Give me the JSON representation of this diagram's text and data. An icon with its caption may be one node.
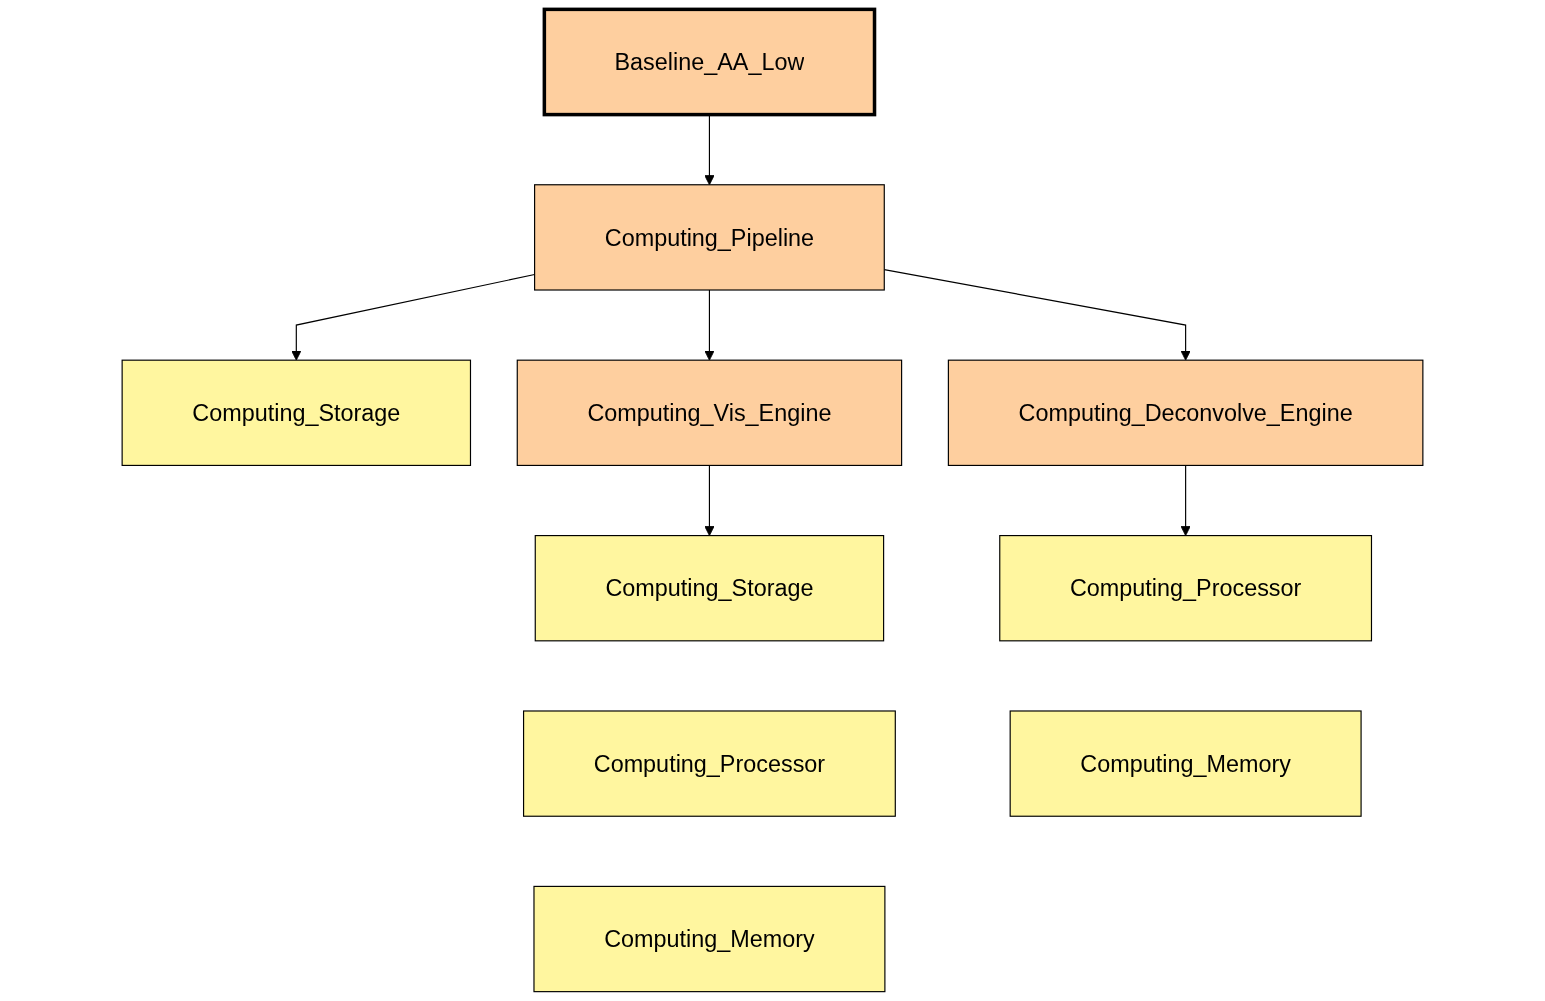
{
  "diagram": {
    "nodes": [
      {
        "text": [
          "Baseline_AA_Low"
        ]
      },
      {
        "text": [
          "Computing_Pipeline"
        ]
      },
      {
        "text": [
          "Computing_Storage"
        ]
      },
      {
        "text": [
          "Computing_Vis_Engine"
        ]
      },
      {
        "text": [
          "Computing_Deconvolve_Engine"
        ]
      },
      {
        "text": [
          "Computing_Storage"
        ]
      },
      {
        "text": [
          "Computing_Processor"
        ]
      },
      {
        "text": [
          "Computing_Memory"
        ]
      },
      {
        "text": [
          "Computing_Processor"
        ]
      },
      {
        "text": [
          "Computing_Memory"
        ]
      }
    ],
    "edges": [
      {
        "from": 0,
        "to": 1,
        "arrow": "to"
      },
      {
        "from": 1,
        "to": 2,
        "arrow": "to"
      },
      {
        "from": 1,
        "to": 3,
        "arrow": "to"
      },
      {
        "from": 1,
        "to": 4,
        "arrow": "to"
      },
      {
        "from": 3,
        "to": 5,
        "arrow": "to"
      },
      {
        "from": 4,
        "to": 8,
        "arrow": "to"
      }
    ]
  }
}
